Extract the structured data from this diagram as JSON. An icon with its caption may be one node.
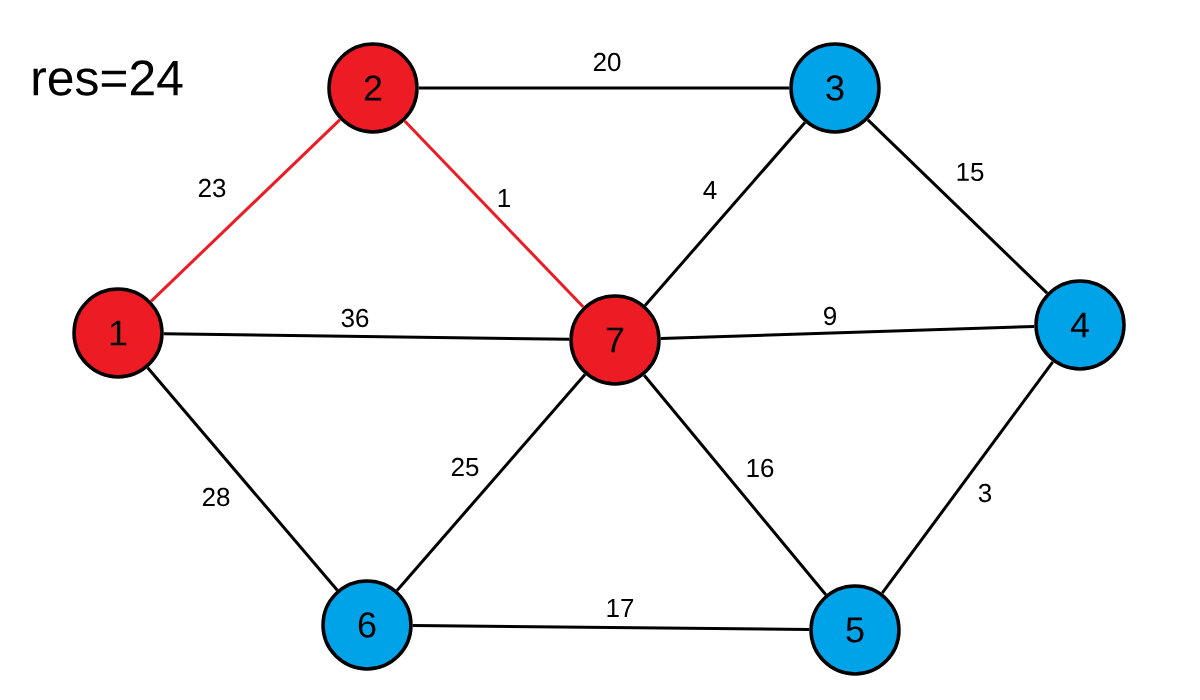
{
  "diagram": {
    "title": "res=24",
    "nodes": [
      {
        "text": [
          "1"
        ]
      },
      {
        "text": [
          "2"
        ]
      },
      {
        "text": [
          "3"
        ]
      },
      {
        "text": [
          "4"
        ]
      },
      {
        "text": [
          "5"
        ]
      },
      {
        "text": [
          "6"
        ]
      },
      {
        "text": [
          "7"
        ]
      }
    ],
    "edges": [
      {
        "from": 1,
        "to": 2,
        "arrow": "none",
        "label": "20"
      },
      {
        "from": 1,
        "to": 0,
        "arrow": "none",
        "label": "23",
        "color": "#ed1c24"
      },
      {
        "from": 1,
        "to": 6,
        "arrow": "none",
        "label": "1",
        "color": "#ed1c24"
      },
      {
        "from": 0,
        "to": 6,
        "arrow": "none",
        "label": "36"
      },
      {
        "from": 6,
        "to": 2,
        "arrow": "none",
        "label": "4"
      },
      {
        "from": 2,
        "to": 3,
        "arrow": "none",
        "label": "15"
      },
      {
        "from": 6,
        "to": 3,
        "arrow": "none",
        "label": "9"
      },
      {
        "from": 0,
        "to": 5,
        "arrow": "none",
        "label": "28"
      },
      {
        "from": 5,
        "to": 6,
        "arrow": "none",
        "label": "25"
      },
      {
        "from": 6,
        "to": 4,
        "arrow": "none",
        "label": "16"
      },
      {
        "from": 3,
        "to": 4,
        "arrow": "none",
        "label": "3"
      },
      {
        "from": 5,
        "to": 4,
        "arrow": "none",
        "label": "17"
      }
    ]
  }
}
